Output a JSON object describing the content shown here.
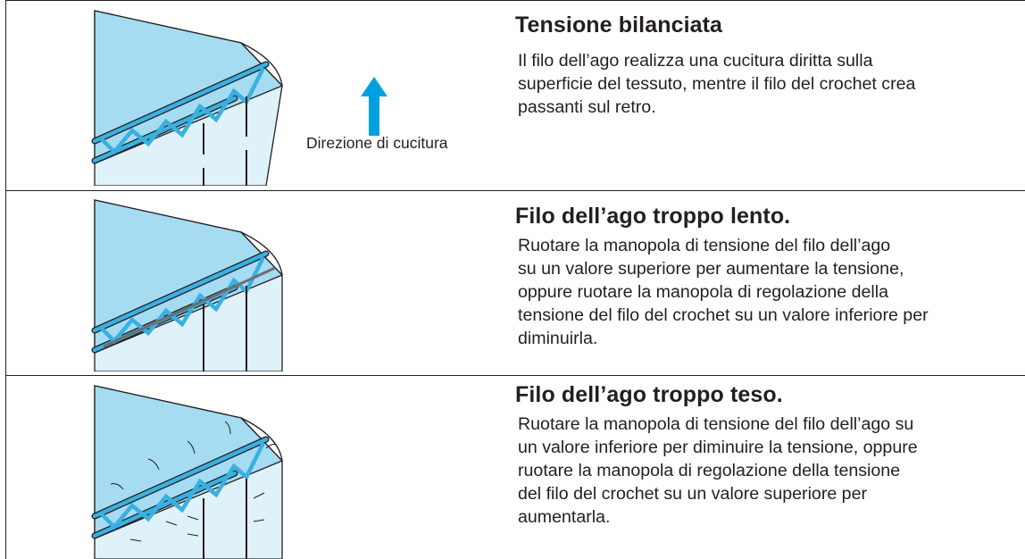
{
  "direction_label": "Direzione di cucitura",
  "colors": {
    "fabric_top": "#a6dcf2",
    "fabric_side": "#dff1f9",
    "thread": "#3ab0e2",
    "arrow": "#00a0e0",
    "line": "#231f20"
  },
  "sections": [
    {
      "title": "Tensione bilanciata",
      "body": "Il filo dell’ago realizza una cucitura diritta sulla\nsuperficie del tessuto, mentre il filo del crochet crea\npassanti sul retro."
    },
    {
      "title": "Filo dell’ago troppo lento.",
      "body": "Ruotare la manopola di tensione del filo dell’ago\nsu un valore superiore per aumentare la tensione,\noppure ruotare la manopola di regolazione della\ntensione del filo del crochet su un valore inferiore per\ndiminuirla."
    },
    {
      "title": "Filo dell’ago troppo teso.",
      "body": "Ruotare la manopola di tensione del filo dell’ago su\nun valore inferiore per diminuire la tensione, oppure\nruotare la manopola di regolazione della tensione\ndel filo del crochet su un valore superiore per\naumentarla."
    }
  ]
}
